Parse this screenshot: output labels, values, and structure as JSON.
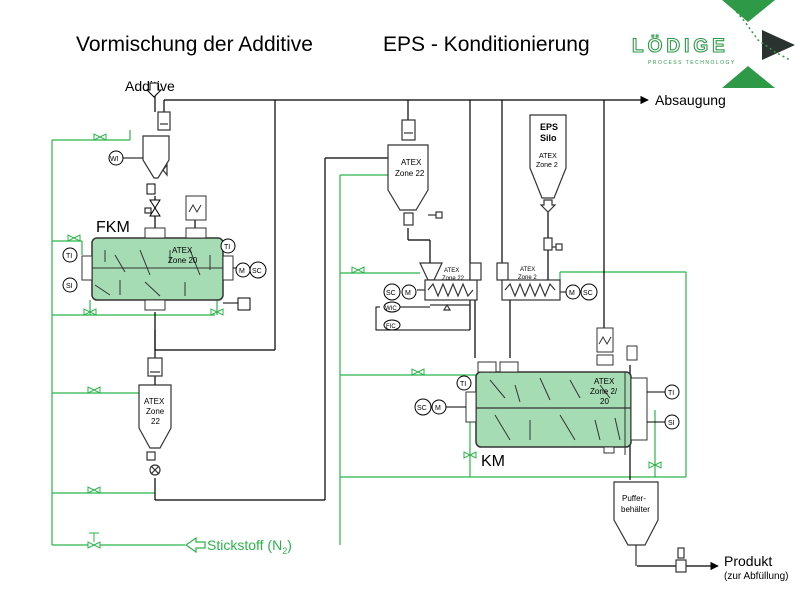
{
  "header": {
    "title_left": "Vormischung der Additive",
    "title_right": "EPS - Konditionierung"
  },
  "logo": {
    "brand": "LÖDIGE",
    "tagline": "PROCESS TECHNOLOGY",
    "green": "#2e9a48",
    "dark": "#2a3330"
  },
  "colors": {
    "line": "#000000",
    "nitrogen_line": "#2bb34a",
    "vessel_fill": "#a6dcb3",
    "vessel_border": "#333333"
  },
  "labels": {
    "additive": "Additive",
    "absaugung": "Absaugung",
    "fkm": "FKM",
    "km": "KM",
    "eps_silo_1": "EPS",
    "eps_silo_2": "Silo",
    "stickstoff": "Stickstoff (N",
    "stickstoff_sub": "2",
    "stickstoff_close": ")",
    "produkt": "Produkt",
    "produkt_sub": "(zur Abfüllung)",
    "puffer_1": "Puffer-",
    "puffer_2": "behälter",
    "atex": "ATEX",
    "zone_20": "Zone 20",
    "zone_22": "Zone 22",
    "zone_2": "Zone 2",
    "zone_2_20_a": "Zone 2/",
    "zone_2_20_b": "20",
    "zone_22_split_a": "Zone",
    "zone_22_split_b": "22"
  },
  "instruments": {
    "wi": "WI",
    "ti": "TI",
    "si": "SI",
    "sc": "SC",
    "m": "M",
    "wic": "WIC",
    "fic": "FIC"
  }
}
